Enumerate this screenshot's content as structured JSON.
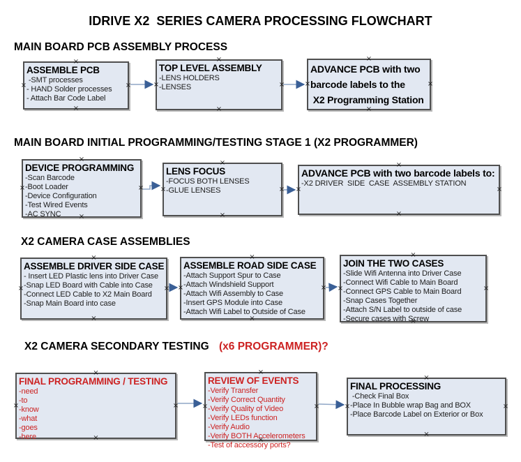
{
  "title": "IDRIVE X2  SERIES CAMERA PROCESSING FLOWCHART",
  "handle_glyph": "×",
  "colors": {
    "red": "#cc2222",
    "box_fill": "#e2e8f2",
    "box_border": "#4f4f4f",
    "connector_line": "#8fa6c6",
    "arrow_head": "#3a5f96",
    "text": "#000000"
  },
  "sections": [
    {
      "heading": "MAIN BOARD PCB ASSEMBLY PROCESS",
      "boxes": [
        {
          "title": "ASSEMBLE PCB",
          "items": [
            " -SMT processes",
            "- HAND Solder processes",
            "- Attach Bar Code Label"
          ]
        },
        {
          "title": "TOP LEVEL ASSEMBLY",
          "items": [
            "-LENS HOLDERS",
            "-LENSES"
          ]
        },
        {
          "title": "ADVANCE PCB with two\nbarcode labels to the\n X2 Programming Station",
          "items": []
        }
      ]
    },
    {
      "heading": "MAIN BOARD INITIAL PROGRAMMING/TESTING STAGE 1 (X2 PROGRAMMER)",
      "boxes": [
        {
          "title": "DEVICE PROGRAMMING",
          "items": [
            "-Scan Barcode",
            "-Boot Loader",
            "-Device Configuration",
            "-Test Wired Events",
            "-AC SYNC"
          ]
        },
        {
          "title": "LENS FOCUS",
          "items": [
            "-FOCUS BOTH LENSES",
            "-GLUE LENSES"
          ]
        },
        {
          "title": "ADVANCE PCB with two barcode labels to:",
          "items": [
            "-X2 DRIVER  SIDE  CASE  ASSEMBLY STATION"
          ]
        }
      ]
    },
    {
      "heading": "X2 CAMERA CASE ASSEMBLIES",
      "boxes": [
        {
          "title": "ASSEMBLE DRIVER SIDE CASE",
          "items": [
            "- Insert LED Plastic lens into Driver Case",
            "-Snap LED Board with Cable into Case",
            "-Connect LED Cable to X2 Main Board",
            "-Snap Main Board into case"
          ]
        },
        {
          "title": "ASSEMBLE ROAD SIDE CASE",
          "items": [
            "-Attach Support Spur to Case",
            "-Attach Windshield Support",
            "-Attach Wifi Assembly to Case",
            "-Insert GPS Module into Case",
            "-Attach Wifi Label to Outside of Case"
          ]
        },
        {
          "title": "JOIN THE TWO CASES",
          "items": [
            "-Slide Wifi Antenna into Driver Case",
            "-Connect Wifi Cable to Main Board",
            "-Connect GPS Cable to Main Board",
            "-Snap Cases Together",
            "-Attach S/N Label to outside of case",
            "-Secure cases with Screw"
          ]
        }
      ]
    },
    {
      "heading": "X2 CAMERA SECONDARY TESTING ",
      "heading_red": "(x6 PROGRAMMER)?",
      "boxes": [
        {
          "title": "FINAL PROGRAMMING / TESTING",
          "items": [
            "-need",
            "-to",
            "-know",
            "-what",
            "-goes",
            "-here"
          ]
        },
        {
          "title": "REVIEW OF EVENTS",
          "items": [
            "-Verify Transfer",
            "-Verify Correct Quantity",
            "-Verify Quality of Video",
            "-Verify LEDs function",
            "-Verify Audio",
            "-Verify BOTH Accelerometers",
            "-Test of accessory ports?"
          ]
        },
        {
          "title": "FINAL PROCESSING",
          "items": [
            " -Check Final Box",
            "-Place In Bubble wrap Bag and BOX",
            "-Place Barcode Label on Exterior or Box"
          ]
        }
      ]
    }
  ]
}
